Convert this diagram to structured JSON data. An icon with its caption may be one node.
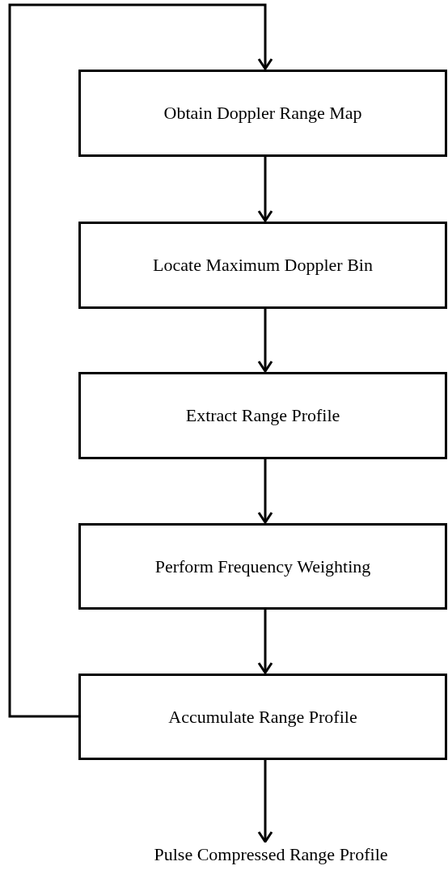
{
  "diagram": {
    "nodes": [
      {
        "text": [
          "Obtain Doppler Range Map"
        ]
      },
      {
        "text": [
          "Locate Maximum Doppler Bin"
        ]
      },
      {
        "text": [
          "Extract Range Profile"
        ]
      },
      {
        "text": [
          "Perform Frequency Weighting"
        ]
      },
      {
        "text": [
          "Accumulate Range Profile"
        ]
      },
      {
        "text": [
          "Pulse Compressed Range Profile"
        ]
      }
    ],
    "edges": [
      {
        "from": 0,
        "to": 1,
        "arrow": "to"
      },
      {
        "from": 1,
        "to": 2,
        "arrow": "to"
      },
      {
        "from": 2,
        "to": 3,
        "arrow": "to"
      },
      {
        "from": 3,
        "to": 4,
        "arrow": "to"
      },
      {
        "from": 4,
        "to": 0,
        "arrow": "to"
      },
      {
        "from": 4,
        "to": 5,
        "arrow": "to"
      }
    ]
  }
}
